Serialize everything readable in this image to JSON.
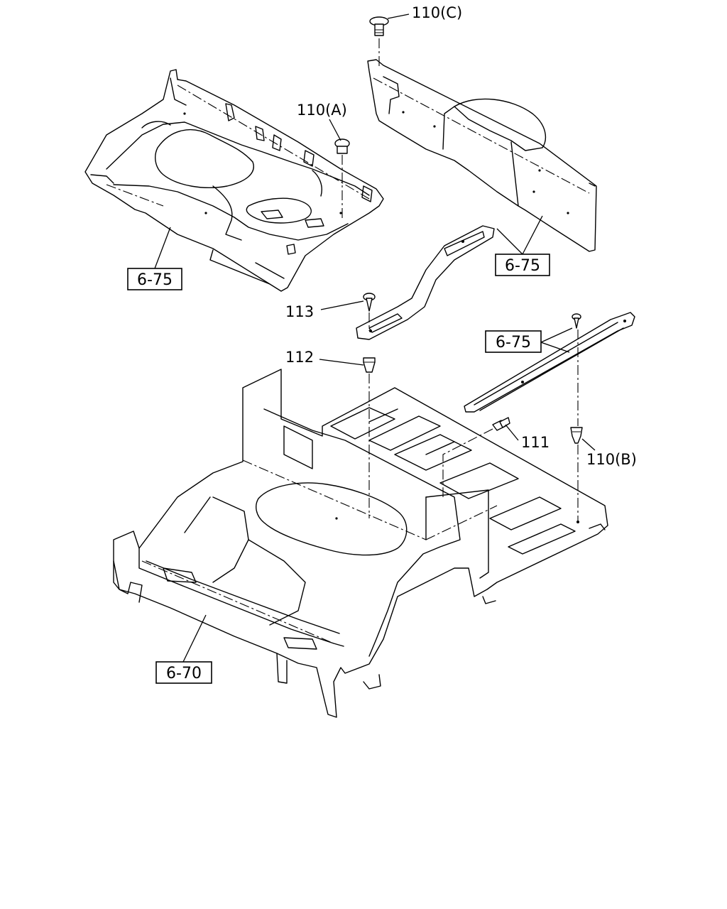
{
  "labels": {
    "p110c": "110(C)",
    "p110a": "110(A)",
    "p110b": "110(B)",
    "p113": "113",
    "p112": "112",
    "p111": "111"
  },
  "refs": {
    "ref_rear_panel": "6-75",
    "ref_side_panel": "6-75",
    "ref_side_rail": "6-75",
    "ref_floor": "6-70"
  }
}
